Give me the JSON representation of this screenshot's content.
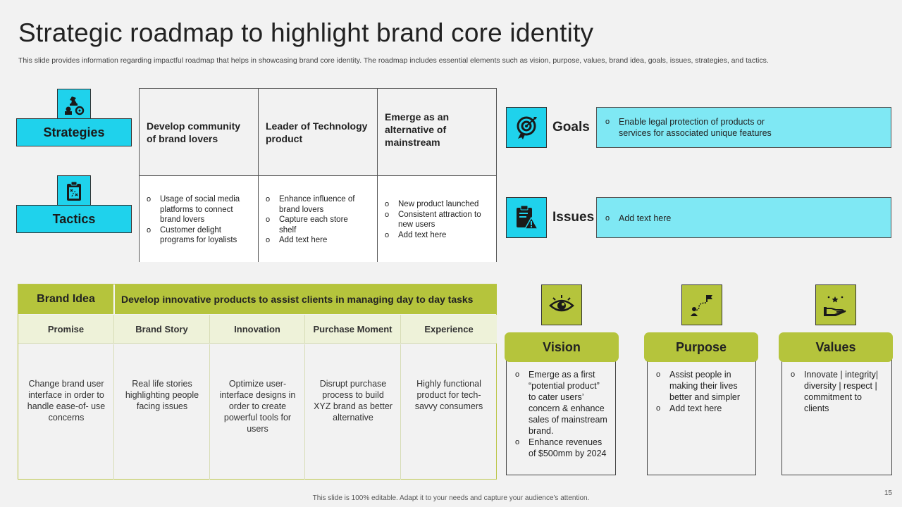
{
  "title": "Strategic roadmap to highlight brand core identity",
  "subtitle": "This slide provides information regarding impactful roadmap that helps in showcasing brand core identity. The roadmap includes essential elements such as vision, purpose, values, brand idea, goals, issues, strategies, and tactics.",
  "strategies": {
    "label": "Strategies",
    "icon": "chess-strategy-icon"
  },
  "tactics": {
    "label": "Tactics",
    "icon": "clipboard-tactics-icon"
  },
  "top_grid": {
    "headers": [
      "Develop community of  brand lovers",
      "Leader of Technology product",
      "Emerge as an alternative of mainstream"
    ],
    "col1": [
      "Usage of social media platforms to connect brand lovers",
      "Customer delight programs for loyalists"
    ],
    "col2": [
      "Enhance influence of brand lovers",
      "Capture each store shelf",
      "Add text here"
    ],
    "col3": [
      "New product launched",
      "Consistent attraction to new users",
      "Add text here"
    ]
  },
  "goals": {
    "label": "Goals",
    "text": "Enable legal protection of products or services for associated unique features",
    "color": "#7fe8f4"
  },
  "issues": {
    "label": "Issues",
    "text": "Add text here",
    "color": "#7fe8f4"
  },
  "brand": {
    "idea_label": "Brand Idea",
    "idea_value": "Develop innovative products to assist clients in managing day to day tasks",
    "headers": [
      "Promise",
      "Brand Story",
      "Innovation",
      "Purchase Moment",
      "Experience"
    ],
    "cells": [
      "Change brand user interface in order to handle ease-of- use concerns",
      "Real life stories highlighting people facing issues",
      "Optimize user- interface designs in order to create powerful tools for users",
      "Disrupt purchase process to build XYZ brand as better alternative",
      "Highly functional product for tech- savvy  consumers"
    ]
  },
  "vision": {
    "label": "Vision",
    "items": [
      "Emerge as a first “potential product” to cater users’ concern & enhance sales of mainstream brand.",
      "Enhance revenues of $500mm by 2024"
    ]
  },
  "purpose": {
    "label": "Purpose",
    "items": [
      "Assist people in making their lives better and simpler",
      "Add text here"
    ]
  },
  "values": {
    "label": "Values",
    "items": [
      "Innovate  | integrity| diversity | respect | commitment to clients"
    ]
  },
  "footer": "This slide is 100% editable. Adapt it to your needs and capture your audience's attention.",
  "page_number": "15",
  "colors": {
    "cyan": "#1fd2ec",
    "lime": "#b5c43c"
  }
}
